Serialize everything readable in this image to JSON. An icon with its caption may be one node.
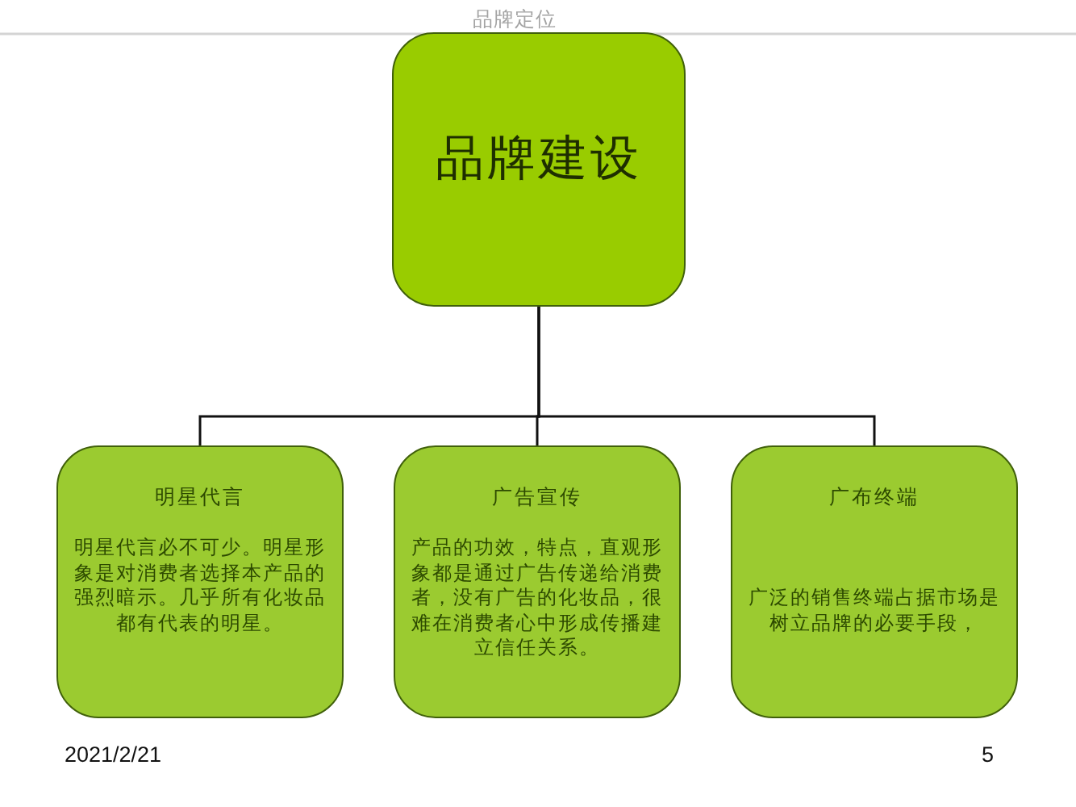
{
  "diagram": {
    "title": "品牌定位",
    "nodes": [
      {
        "text": [
          "品牌建设"
        ]
      },
      {
        "text": [
          "明星代言",
          "明星代言必不可少。明星形象是对消费者选择本产品的强烈暗示。几乎所有化妆品都有代表的明星。"
        ]
      },
      {
        "text": [
          "广告宣传",
          "产品的功效，特点，直观形象都是通过广告传递给消费者，没有广告的化妆品，很难在消费者心中形成传播建立信任关系。"
        ]
      },
      {
        "text": [
          "广布终端",
          "广泛的销售终端占据市场是树立品牌的必要手段，"
        ]
      }
    ],
    "edges": [
      {
        "from": 0,
        "to": 1,
        "arrow": "none"
      },
      {
        "from": 0,
        "to": 2,
        "arrow": "none"
      },
      {
        "from": 0,
        "to": 3,
        "arrow": "none"
      }
    ],
    "labels": [
      "2021/2/21",
      "5"
    ]
  }
}
